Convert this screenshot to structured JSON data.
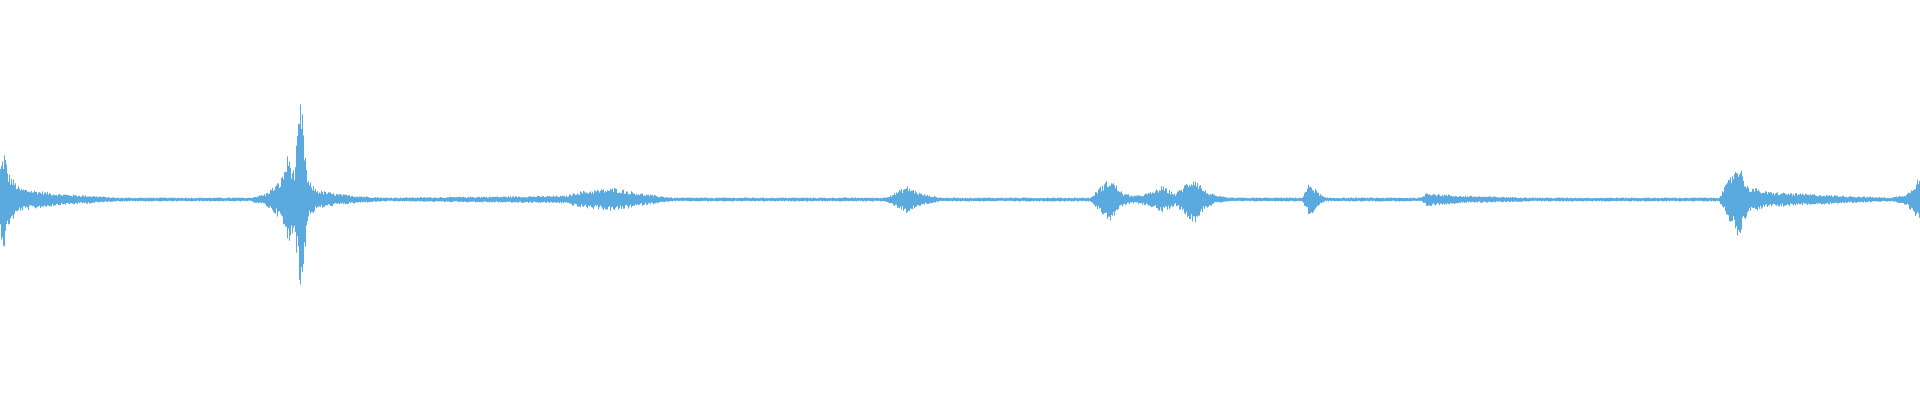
{
  "waveform": {
    "color": "#5aaae0",
    "background": "#ffffff",
    "amplitude_envelope": [
      [
        0.0,
        0.18
      ],
      [
        0.002,
        0.26
      ],
      [
        0.004,
        0.14
      ],
      [
        0.01,
        0.06
      ],
      [
        0.03,
        0.03
      ],
      [
        0.048,
        0.02
      ],
      [
        0.06,
        0.01
      ],
      [
        0.13,
        0.01
      ],
      [
        0.138,
        0.03
      ],
      [
        0.146,
        0.1
      ],
      [
        0.15,
        0.24
      ],
      [
        0.153,
        0.14
      ],
      [
        0.1565,
        0.53
      ],
      [
        0.16,
        0.1
      ],
      [
        0.165,
        0.05
      ],
      [
        0.175,
        0.03
      ],
      [
        0.185,
        0.02
      ],
      [
        0.2,
        0.01
      ],
      [
        0.295,
        0.02
      ],
      [
        0.3,
        0.04
      ],
      [
        0.32,
        0.06
      ],
      [
        0.335,
        0.03
      ],
      [
        0.35,
        0.01
      ],
      [
        0.46,
        0.01
      ],
      [
        0.465,
        0.03
      ],
      [
        0.472,
        0.07
      ],
      [
        0.48,
        0.03
      ],
      [
        0.49,
        0.01
      ],
      [
        0.568,
        0.01
      ],
      [
        0.572,
        0.06
      ],
      [
        0.578,
        0.11
      ],
      [
        0.585,
        0.03
      ],
      [
        0.592,
        0.02
      ],
      [
        0.6,
        0.04
      ],
      [
        0.605,
        0.07
      ],
      [
        0.612,
        0.03
      ],
      [
        0.618,
        0.09
      ],
      [
        0.622,
        0.12
      ],
      [
        0.627,
        0.05
      ],
      [
        0.633,
        0.02
      ],
      [
        0.64,
        0.01
      ],
      [
        0.678,
        0.01
      ],
      [
        0.682,
        0.09
      ],
      [
        0.686,
        0.04
      ],
      [
        0.69,
        0.01
      ],
      [
        0.74,
        0.01
      ],
      [
        0.743,
        0.04
      ],
      [
        0.748,
        0.03
      ],
      [
        0.76,
        0.02
      ],
      [
        0.8,
        0.01
      ],
      [
        0.895,
        0.01
      ],
      [
        0.9,
        0.1
      ],
      [
        0.905,
        0.2
      ],
      [
        0.91,
        0.07
      ],
      [
        0.92,
        0.04
      ],
      [
        0.94,
        0.03
      ],
      [
        0.96,
        0.02
      ],
      [
        0.985,
        0.01
      ],
      [
        0.993,
        0.03
      ],
      [
        0.998,
        0.1
      ],
      [
        1.0,
        0.12
      ]
    ]
  }
}
